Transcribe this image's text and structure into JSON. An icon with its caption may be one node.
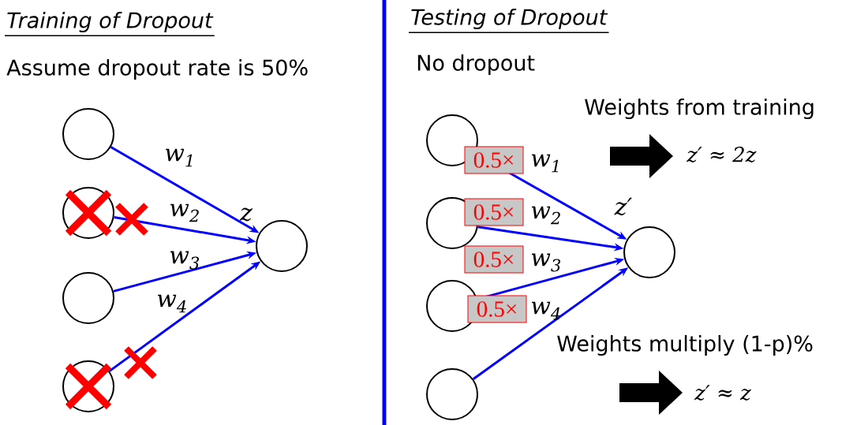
{
  "diagram": {
    "nodes": [
      {
        "text": [],
        "shape": "circle"
      },
      {
        "text": [],
        "shape": "circle"
      },
      {
        "text": [],
        "shape": "circle"
      },
      {
        "text": [],
        "shape": "circle"
      },
      {
        "text": [],
        "shape": "circle",
        "beside": [
          "z"
        ]
      },
      {
        "text": [],
        "shape": "circle"
      },
      {
        "text": [],
        "shape": "circle"
      },
      {
        "text": [],
        "shape": "circle"
      },
      {
        "text": [],
        "shape": "circle"
      },
      {
        "text": [],
        "shape": "circle",
        "beside": [
          "z′"
        ]
      }
    ],
    "edges": [
      {
        "from": 0,
        "to": 4,
        "arrow": "to",
        "label": "w$_{1}$"
      },
      {
        "from": 1,
        "to": 4,
        "arrow": "to",
        "label": "w$_{2}$"
      },
      {
        "from": 2,
        "to": 4,
        "arrow": "to",
        "label": "w$_{3}$"
      },
      {
        "from": 3,
        "to": 4,
        "arrow": "to",
        "label": "w$_{4}$"
      },
      {
        "from": 5,
        "to": 9,
        "arrow": "to",
        "label": "w$_{1}$"
      },
      {
        "from": 6,
        "to": 9,
        "arrow": "to",
        "label": "w$_{2}$"
      },
      {
        "from": 7,
        "to": 9,
        "arrow": "to",
        "label": "w$_{3}$"
      },
      {
        "from": 8,
        "to": 9,
        "arrow": "to",
        "label": "w$_{4}$"
      }
    ],
    "labels": [
      "Training of Dropout",
      "Testing of Dropout",
      "Assume dropout rate is 50%",
      "No dropout",
      "Weights from training",
      "0.5×",
      "z′ ≈ 2z",
      "0.5×",
      "0.5×",
      "0.5×",
      "Weights multiply (1-p)%",
      "z′ ≈ z"
    ]
  }
}
